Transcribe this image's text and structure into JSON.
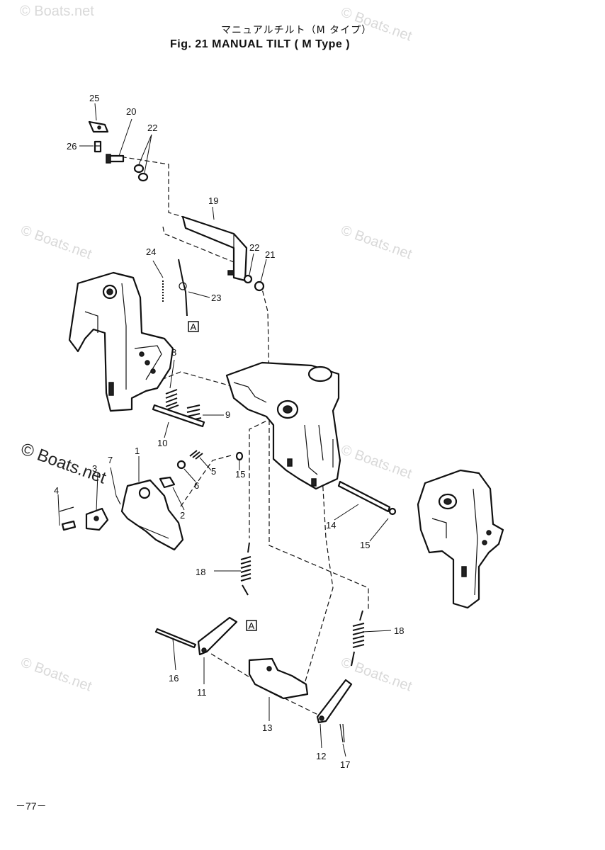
{
  "header": {
    "title_jp": "マニュアルチルト（M タイプ）",
    "title_en": "Fig. 21   MANUAL TILT ( M Type )"
  },
  "page_number": "－77－",
  "watermarks": {
    "main": "© Boats.net",
    "faint": "© Boats.net"
  },
  "part_labels": {
    "p1": "1",
    "p2": "2",
    "p3": "3",
    "p4": "4",
    "p5": "5",
    "p6": "6",
    "p7": "7",
    "p8": "8",
    "p9": "9",
    "p10": "10",
    "p11": "11",
    "p12": "12",
    "p13": "13",
    "p14": "14",
    "p15a": "15",
    "p15b": "15",
    "p16": "16",
    "p17": "17",
    "p18a": "18",
    "p18b": "18",
    "p19": "19",
    "p20": "20",
    "p21": "21",
    "p22a": "22",
    "p22b": "22",
    "p23": "23",
    "p24": "24",
    "p25": "25",
    "p26": "26",
    "refA1": "A",
    "refA2": "A"
  }
}
